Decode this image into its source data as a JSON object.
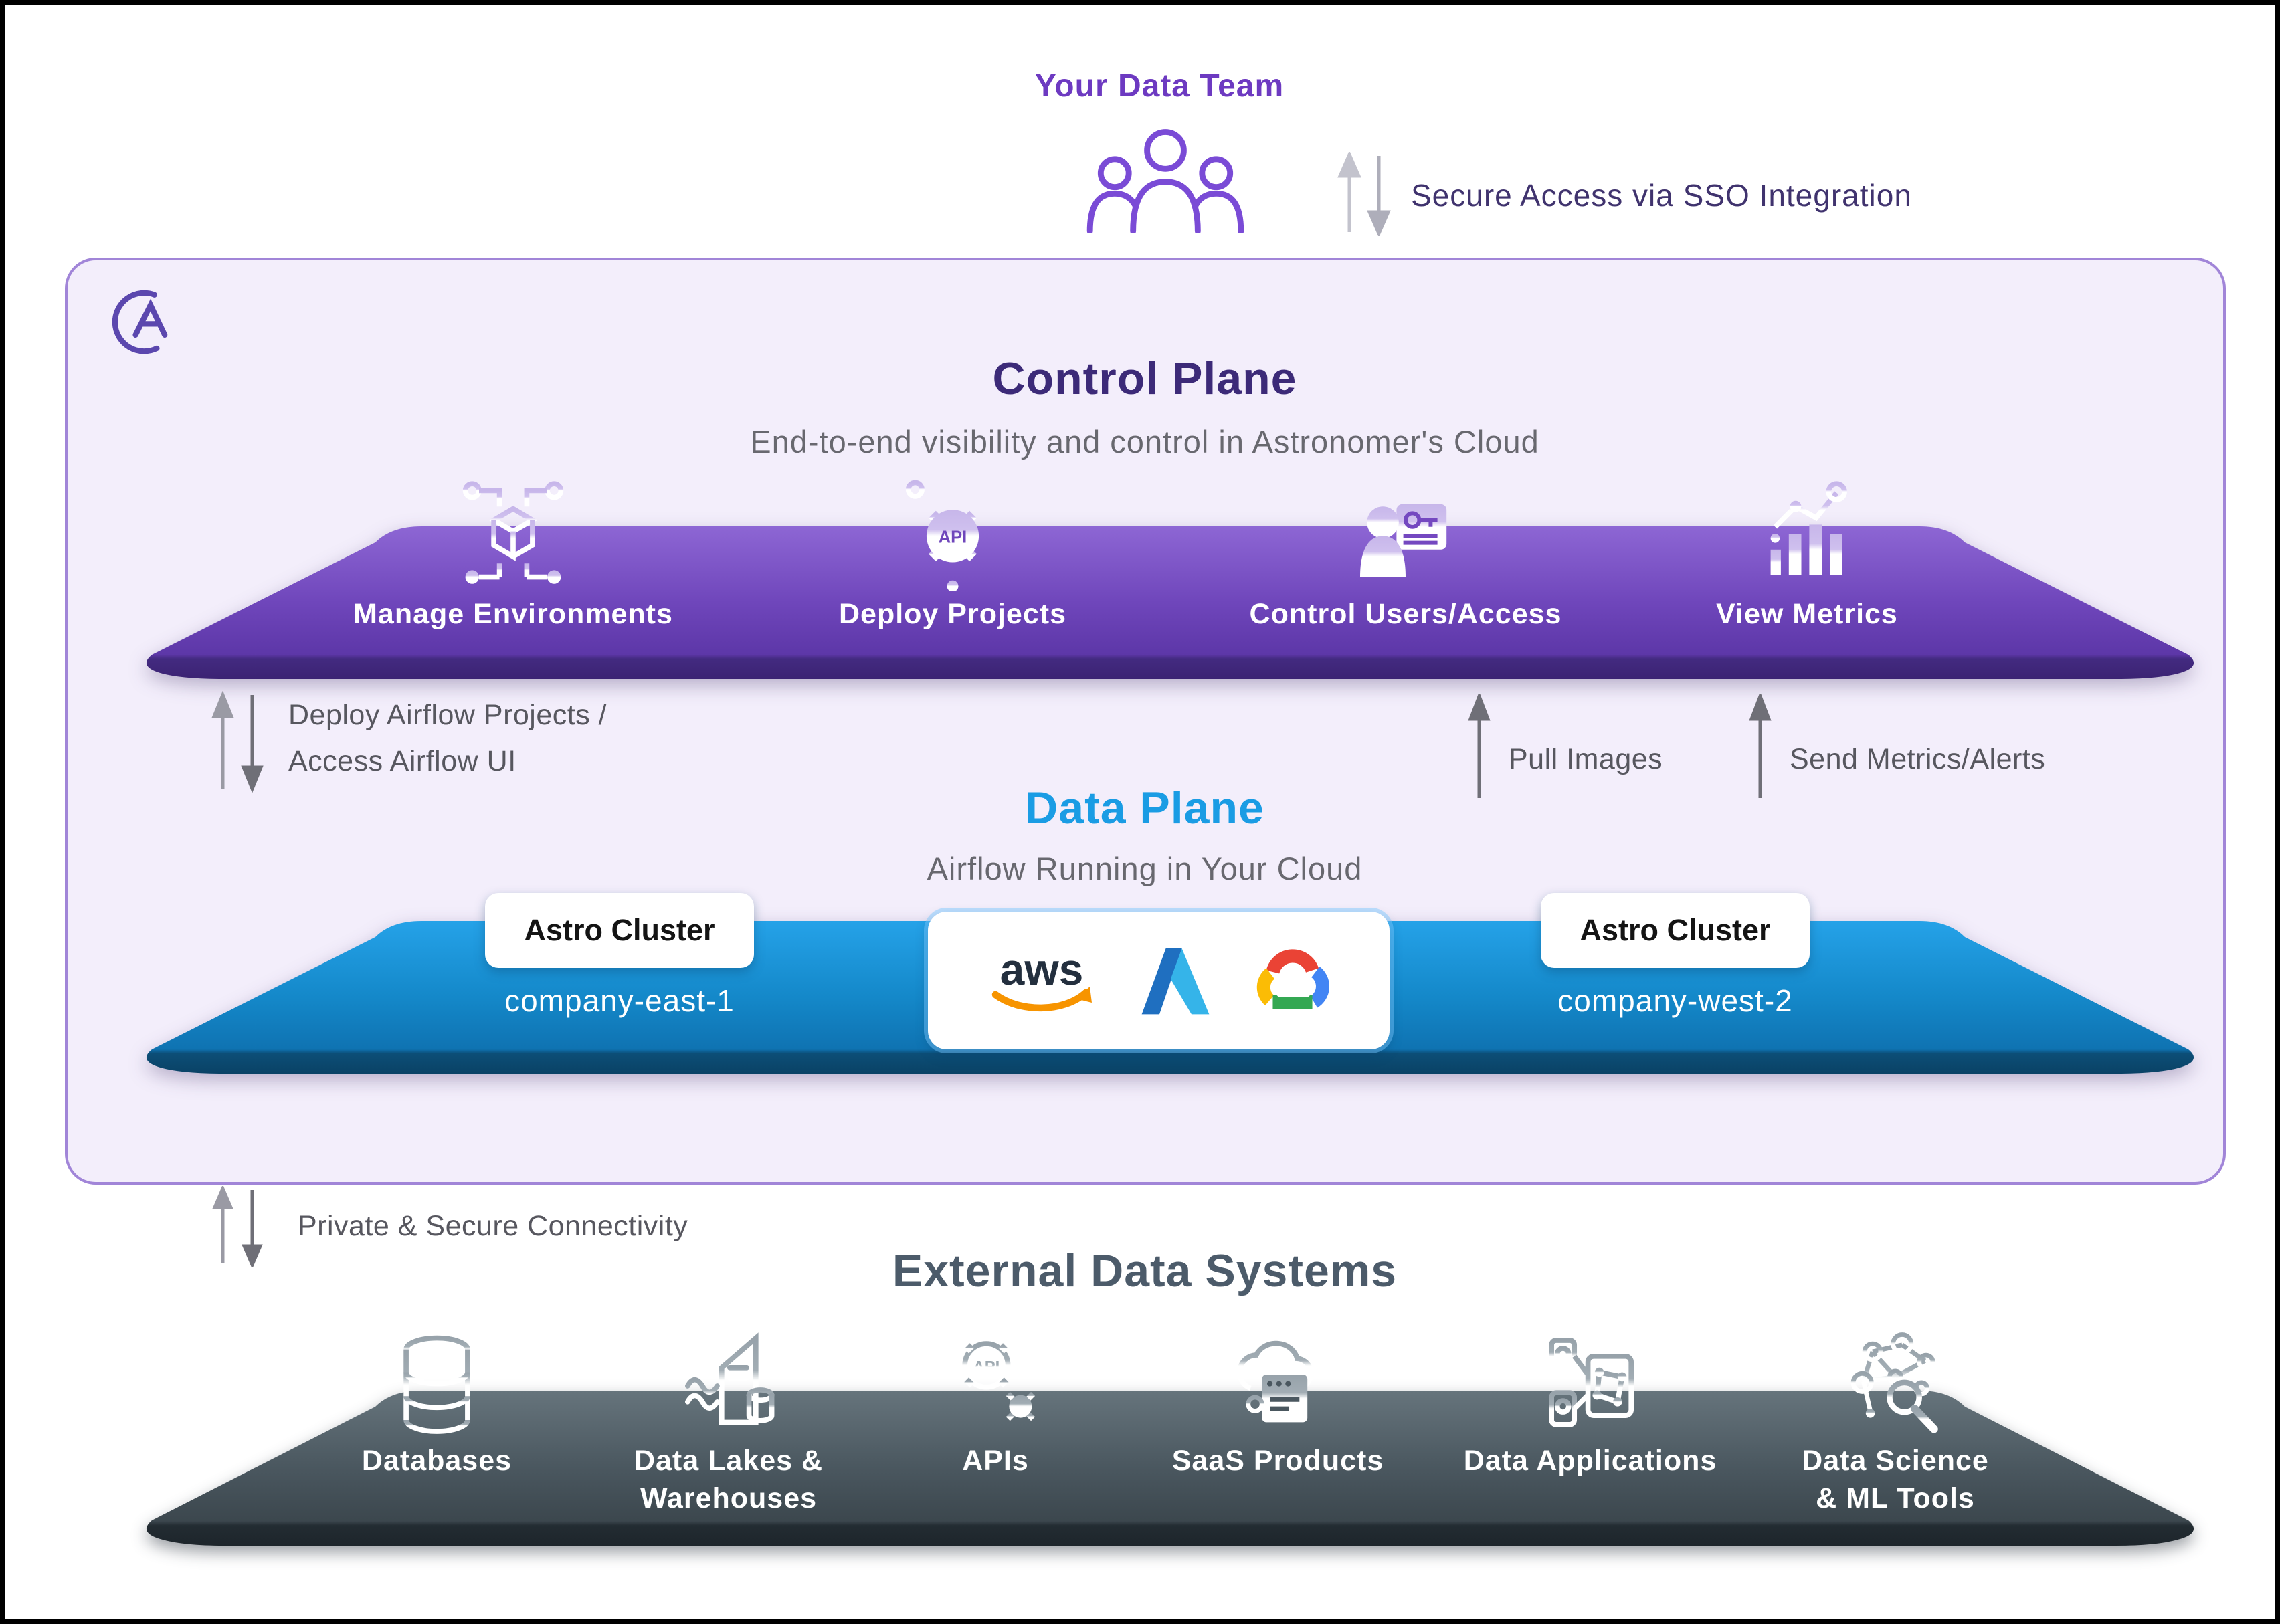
{
  "header": {
    "team_label": "Your Data Team",
    "sso_label": "Secure Access via SSO Integration"
  },
  "control_plane": {
    "title": "Control Plane",
    "subtitle": "End-to-end visibility and control in Astronomer's Cloud",
    "items": [
      {
        "label": "Manage Environments",
        "icon": "cube-network-icon"
      },
      {
        "label": "Deploy Projects",
        "icon": "api-gear-icon",
        "icon_text": "API"
      },
      {
        "label": "Control Users/Access",
        "icon": "user-key-icon"
      },
      {
        "label": "View Metrics",
        "icon": "metrics-icon"
      }
    ]
  },
  "flows": {
    "deploy_access": "Deploy Airflow Projects /\nAccess Airflow UI",
    "pull_images": "Pull Images",
    "send_metrics": "Send Metrics/Alerts",
    "private_connectivity": "Private & Secure Connectivity"
  },
  "data_plane": {
    "title": "Data Plane",
    "subtitle": "Airflow Running in Your Cloud",
    "clusters": [
      {
        "badge": "Astro Cluster",
        "name": "company-east-1"
      },
      {
        "badge": "Astro Cluster",
        "name": "company-west-2"
      }
    ],
    "providers": [
      {
        "name": "aws",
        "logo_text": "aws"
      },
      {
        "name": "azure"
      },
      {
        "name": "google-cloud"
      }
    ]
  },
  "external_systems": {
    "title": "External Data Systems",
    "items": [
      {
        "label": "Databases",
        "icon": "database-icon"
      },
      {
        "label": "Data Lakes &\nWarehouses",
        "icon": "data-lake-icon"
      },
      {
        "label": "APIs",
        "icon": "api-gears-icon",
        "icon_text": "API"
      },
      {
        "label": "SaaS Products",
        "icon": "saas-cloud-icon"
      },
      {
        "label": "Data Applications",
        "icon": "data-apps-icon"
      },
      {
        "label": "Data Science\n& ML Tools",
        "icon": "data-science-icon"
      }
    ]
  },
  "colors": {
    "accent_purple": "#6d3ac1",
    "control_heading": "#3c2a78",
    "data_heading": "#1a9ce4",
    "external_heading": "#4c5b6a",
    "purple_platform_top": "#8d66d4",
    "purple_platform_bottom": "#3b2373",
    "blue_platform_top": "#25a2e8",
    "blue_platform_bottom": "#0a4265",
    "slate_platform_top": "#66747c",
    "slate_platform_bottom": "#1d252b",
    "container_bg": "#f3eefb",
    "container_border": "#a185d8"
  }
}
